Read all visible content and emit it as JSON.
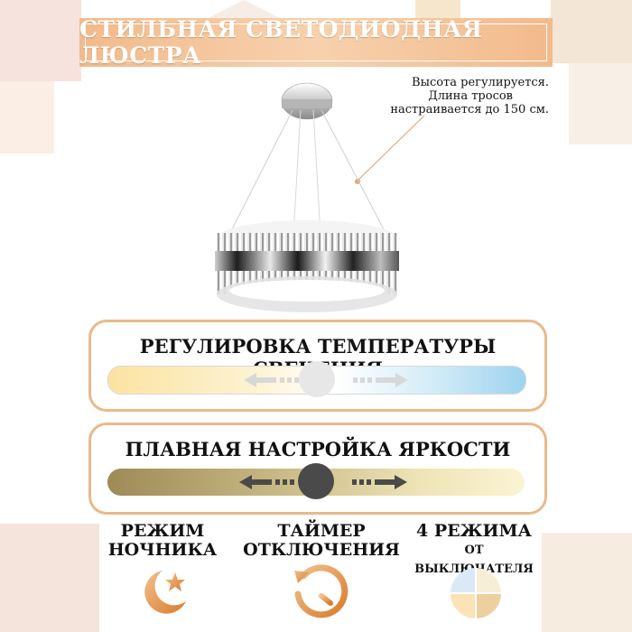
{
  "banner": {
    "title": "СТИЛЬНАЯ СВЕТОДИОДНАЯ ЛЮСТРА"
  },
  "note": {
    "line1": "Высота регулируется.",
    "line2": "Длина тросов",
    "line3": "настраивается до 150 см."
  },
  "temperature": {
    "title": "РЕГУЛИРОВКА ТЕМПЕРАТУРЫ СВЕЧЕНИЯ"
  },
  "brightness": {
    "title": "ПЛАВНАЯ НАСТРОЙКА ЯРКОСТИ"
  },
  "features": [
    {
      "line1": "РЕЖИМ",
      "line2": "НОЧНИКА",
      "icon": "moon-star-icon"
    },
    {
      "line1": "ТАЙМЕР",
      "line2": "ОТКЛЮЧЕНИЯ",
      "icon": "timer-icon"
    },
    {
      "line1": "4 РЕЖИМА",
      "line2": "ОТ ВЫКЛЮЧАТЕЛЯ",
      "icon": "four-modes-icon"
    }
  ],
  "colors": {
    "accent": "#e9b98a",
    "icon_gradient_start": "#f2c08d",
    "icon_gradient_end": "#d97c2e"
  }
}
